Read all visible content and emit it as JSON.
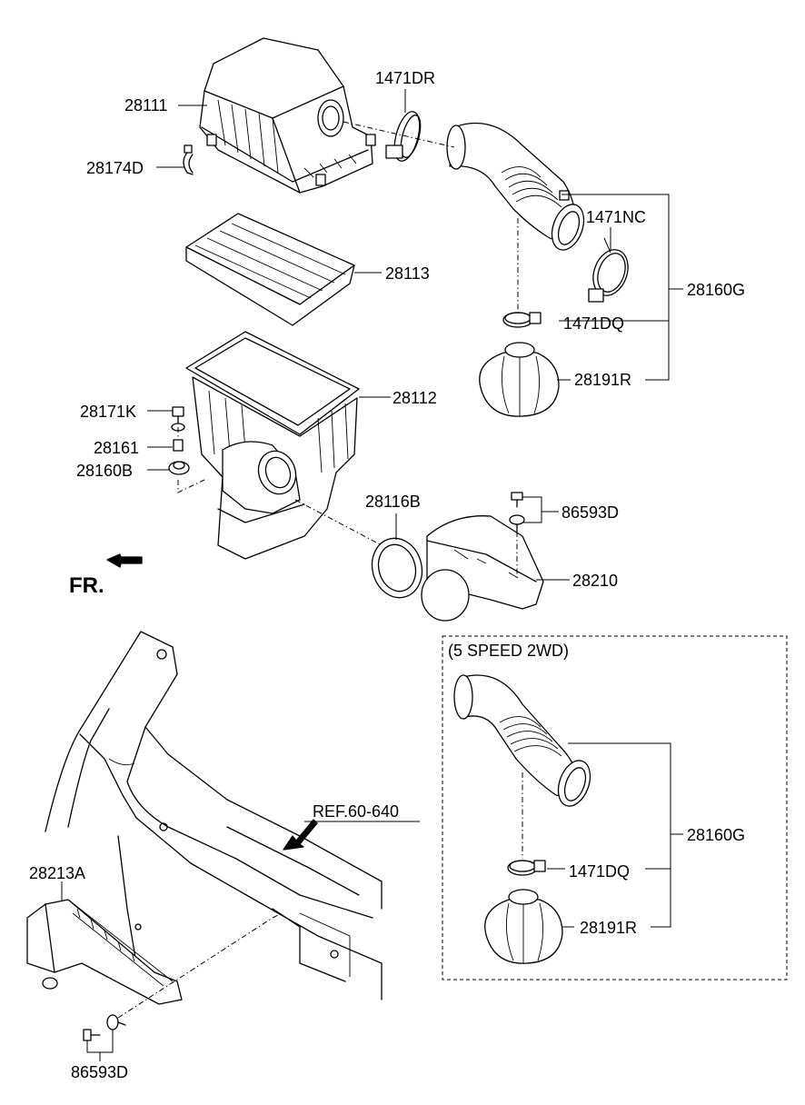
{
  "labels": {
    "p28111": "28111",
    "p28174D": "28174D",
    "p1471DR": "1471DR",
    "p28113": "28113",
    "p1471NC": "1471NC",
    "p28160G_top": "28160G",
    "p1471DQ_top": "1471DQ",
    "p28191R_top": "28191R",
    "p28112": "28112",
    "p28171K": "28171K",
    "p28161": "28161",
    "p28160B": "28160B",
    "p28116B": "28116B",
    "p86593D_top": "86593D",
    "p28210": "28210",
    "fr": "FR.",
    "variant_title": "(5 SPEED 2WD)",
    "p28160G_box": "28160G",
    "p1471DQ_box": "1471DQ",
    "p28191R_box": "28191R",
    "ref": "REF.60-640",
    "p28213A": "28213A",
    "p86593D_bottom": "86593D"
  }
}
